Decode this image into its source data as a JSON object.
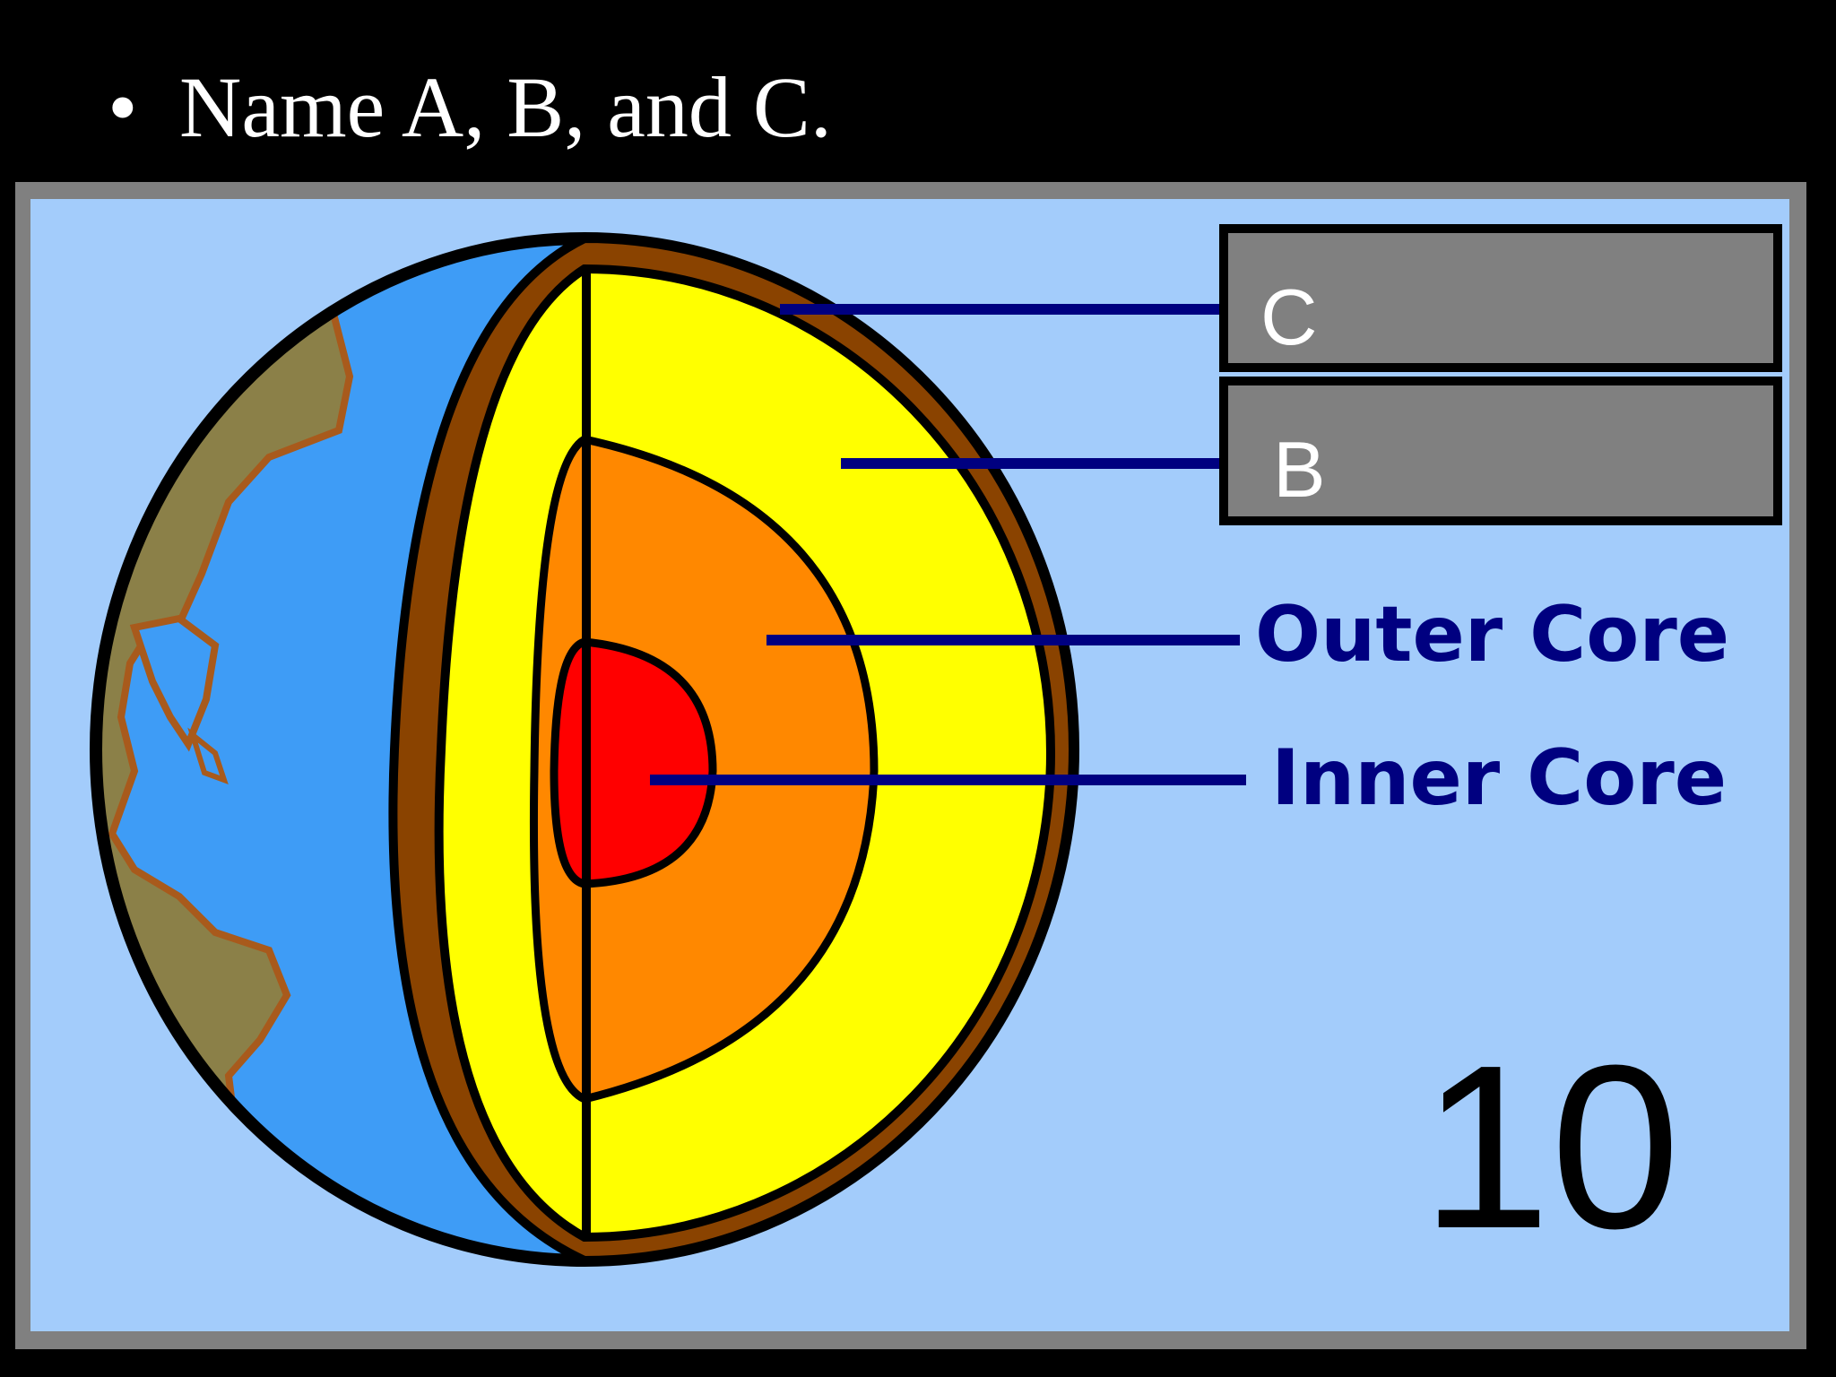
{
  "slide": {
    "bullet": "•",
    "question": "Name A, B, and C."
  },
  "diagram": {
    "boxes": {
      "c": "C",
      "b": "B"
    },
    "labels": {
      "outer_core": "Outer Core",
      "inner_core": "Inner Core"
    },
    "colors": {
      "background": "#a3ccfb",
      "ocean": "#3e9cf6",
      "land": "#8b8048",
      "crust": "#8a4300",
      "mantle": "#ffff00",
      "outer_core": "#ff8800",
      "inner_core": "#ff0000",
      "leader_line": "#000080"
    }
  },
  "timer": "10"
}
